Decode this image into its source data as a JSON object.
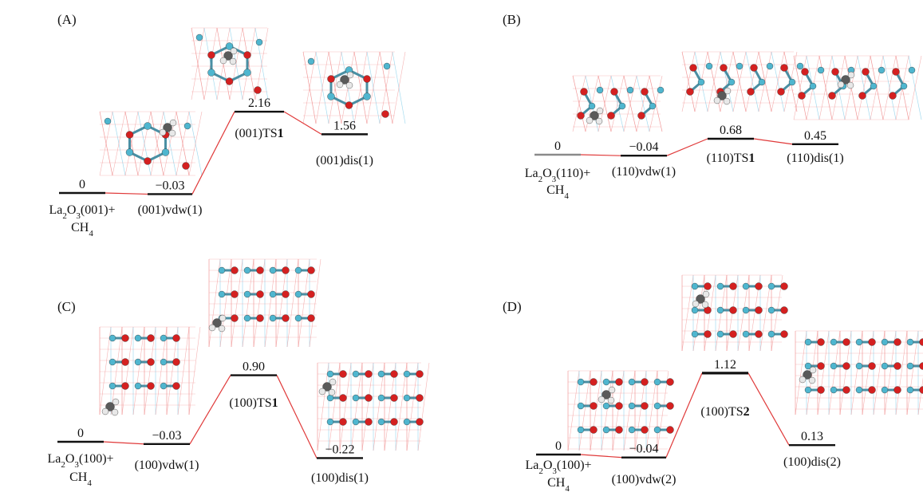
{
  "panels": [
    {
      "id": "A",
      "label": "(A)",
      "states": [
        {
          "value": "0",
          "energy": 0,
          "name_parts": [
            [
              "La",
              ""
            ],
            [
              "2",
              "sub"
            ],
            [
              "O",
              ""
            ],
            [
              "3",
              "sub"
            ],
            [
              "(001)+",
              ""
            ]
          ],
          "name_line2_parts": [
            [
              "CH",
              ""
            ],
            [
              "4",
              "sub"
            ]
          ]
        },
        {
          "value": "−0.03",
          "energy": -0.03,
          "name_parts": [
            [
              "(001)vdw(1)",
              ""
            ]
          ]
        },
        {
          "value": "2.16",
          "energy": 2.16,
          "name_parts": [
            [
              "(001)TS",
              ""
            ],
            [
              "1",
              "bold"
            ]
          ]
        },
        {
          "value": "1.56",
          "energy": 1.56,
          "name_parts": [
            [
              "(001)dis(1)",
              ""
            ]
          ]
        }
      ]
    },
    {
      "id": "B",
      "label": "(B)",
      "states": [
        {
          "value": "0",
          "energy": 0,
          "name_parts": [
            [
              "La",
              ""
            ],
            [
              "2",
              "sub"
            ],
            [
              "O",
              ""
            ],
            [
              "3",
              "sub"
            ],
            [
              "(110)+",
              ""
            ]
          ],
          "name_line2_parts": [
            [
              "CH",
              ""
            ],
            [
              "4",
              "sub"
            ]
          ]
        },
        {
          "value": "−0.04",
          "energy": -0.04,
          "name_parts": [
            [
              "(110)vdw(1)",
              ""
            ]
          ]
        },
        {
          "value": "0.68",
          "energy": 0.68,
          "name_parts": [
            [
              "(110)TS",
              ""
            ],
            [
              "1",
              "bold"
            ]
          ]
        },
        {
          "value": "0.45",
          "energy": 0.45,
          "name_parts": [
            [
              "(110)dis(1)",
              ""
            ]
          ]
        }
      ]
    },
    {
      "id": "C",
      "label": "(C)",
      "states": [
        {
          "value": "0",
          "energy": 0,
          "name_parts": [
            [
              "La",
              ""
            ],
            [
              "2",
              "sub"
            ],
            [
              "O",
              ""
            ],
            [
              "3",
              "sub"
            ],
            [
              "(100)+",
              ""
            ]
          ],
          "name_line2_parts": [
            [
              "CH",
              ""
            ],
            [
              "4",
              "sub"
            ]
          ]
        },
        {
          "value": "−0.03",
          "energy": -0.03,
          "name_parts": [
            [
              "(100)vdw(1)",
              ""
            ]
          ]
        },
        {
          "value": "0.90",
          "energy": 0.9,
          "name_parts": [
            [
              "(100)TS",
              ""
            ],
            [
              "1",
              "bold"
            ]
          ]
        },
        {
          "value": "−0.22",
          "energy": -0.22,
          "name_parts": [
            [
              "(100)dis(1)",
              ""
            ]
          ]
        }
      ]
    },
    {
      "id": "D",
      "label": "(D)",
      "states": [
        {
          "value": "0",
          "energy": 0,
          "name_parts": [
            [
              "La",
              ""
            ],
            [
              "2",
              "sub"
            ],
            [
              "O",
              ""
            ],
            [
              "3",
              "sub"
            ],
            [
              "(100)+",
              ""
            ]
          ],
          "name_line2_parts": [
            [
              "CH",
              ""
            ],
            [
              "4",
              "sub"
            ]
          ]
        },
        {
          "value": "−0.04",
          "energy": -0.04,
          "name_parts": [
            [
              "(100)vdw(2)",
              ""
            ]
          ]
        },
        {
          "value": "1.12",
          "energy": 1.12,
          "name_parts": [
            [
              "(100)TS",
              ""
            ],
            [
              "2",
              "bold"
            ]
          ]
        },
        {
          "value": "0.13",
          "energy": 0.13,
          "name_parts": [
            [
              "(100)dis(2)",
              ""
            ]
          ]
        }
      ]
    }
  ],
  "colors": {
    "level": "#111111",
    "initial_level": "#8a8a8a",
    "connector": "#e03a3a",
    "lattice_red": "#ee8080",
    "lattice_blue": "#8fd3ec",
    "la_atom": "#4fb6cf",
    "o_atom": "#d42020",
    "c_atom": "#5a5a5a",
    "h_atom": "#e8e8e8"
  }
}
